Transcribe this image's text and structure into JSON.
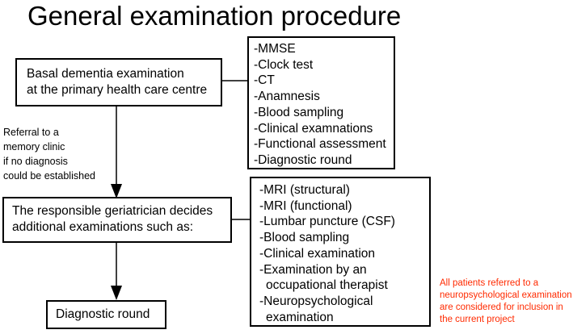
{
  "title": "General examination procedure",
  "box_basal": {
    "lines": [
      "Basal dementia examination",
      "at the primary health care centre"
    ]
  },
  "box_geriatrician": {
    "lines": [
      "The responsible geriatrician decides",
      "additional examinations such as:"
    ]
  },
  "box_diagnostic": {
    "label": "Diagnostic round"
  },
  "referral_note": {
    "lines": [
      "Referral to a",
      "memory clinic",
      "if no diagnosis",
      "could be established"
    ]
  },
  "basal_list": [
    "-MMSE",
    "-Clock test",
    "-CT",
    "-Anamnesis",
    "-Blood sampling",
    "-Clinical examnations",
    "-Functional assessment",
    "-Diagnostic round"
  ],
  "additional_list": [
    {
      "first": "-MRI (structural)"
    },
    {
      "first": "-MRI (functional)"
    },
    {
      "first": "-Lumbar puncture (CSF)"
    },
    {
      "first": "-Blood sampling"
    },
    {
      "first": "-Clinical examination"
    },
    {
      "first": "-Examination by an",
      "cont": "occupational therapist"
    },
    {
      "first": "-Neuropsychological",
      "cont": "examination"
    }
  ],
  "inclusion_note": {
    "lines": [
      "All patients referred to a",
      "neuropsychological examination",
      "are considered for inclusion in",
      "the current project"
    ],
    "color": "#ff2a00"
  }
}
